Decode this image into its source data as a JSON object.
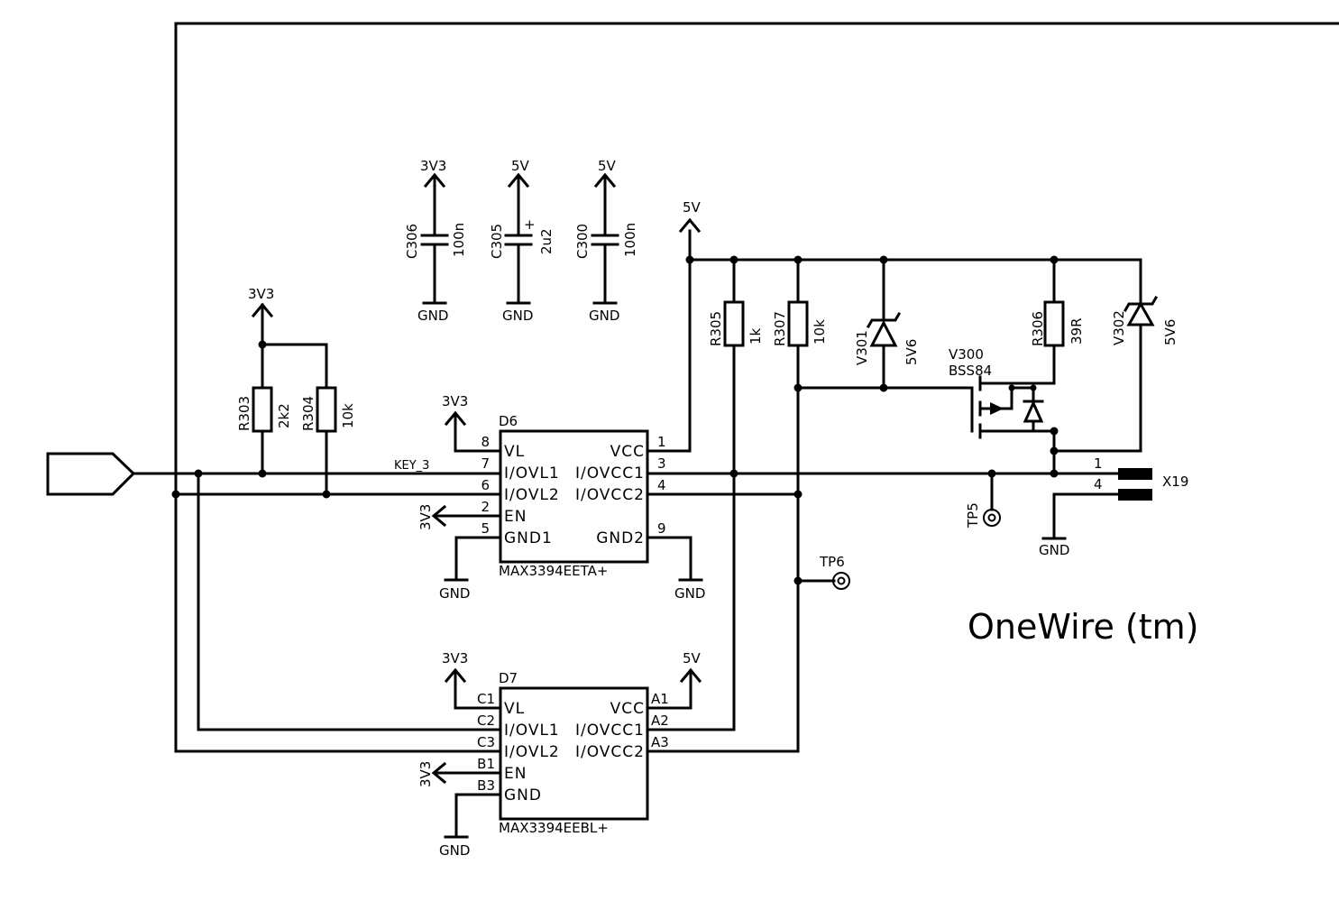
{
  "title": "OneWire (tm)",
  "net_key": "KEY_3",
  "rails": {
    "v33": "3V3",
    "v5": "5V",
    "gnd": "GND"
  },
  "caps": [
    {
      "ref": "C306",
      "value": "100n",
      "rail": "3V3"
    },
    {
      "ref": "C305",
      "value": "2u2",
      "rail": "5V",
      "polarized": "+"
    },
    {
      "ref": "C300",
      "value": "100n",
      "rail": "5V"
    }
  ],
  "resistors": {
    "r303": {
      "ref": "R303",
      "value": "2k2"
    },
    "r304": {
      "ref": "R304",
      "value": "10k"
    },
    "r305": {
      "ref": "R305",
      "value": "1k"
    },
    "r307": {
      "ref": "R307",
      "value": "10k"
    },
    "r306": {
      "ref": "R306",
      "value": "39R"
    }
  },
  "diodes": {
    "v301": {
      "ref": "V301",
      "value": "5V6"
    },
    "v302": {
      "ref": "V302",
      "value": "5V6"
    }
  },
  "mosfet": {
    "ref": "V300",
    "value": "BSS84"
  },
  "d6": {
    "ref": "D6",
    "part": "MAX3394EETA+",
    "left": [
      "VL",
      "I/OVL1",
      "I/OVL2",
      "EN",
      "GND1"
    ],
    "left_pins": [
      "8",
      "7",
      "6",
      "2",
      "5"
    ],
    "right": [
      "VCC",
      "I/OVCC1",
      "I/OVCC2",
      "GND2"
    ],
    "right_pins": [
      "1",
      "3",
      "4",
      "9"
    ]
  },
  "d7": {
    "ref": "D7",
    "part": "MAX3394EEBL+",
    "left": [
      "VL",
      "I/OVL1",
      "I/OVL2",
      "EN",
      "GND"
    ],
    "left_pins": [
      "C1",
      "C2",
      "C3",
      "B1",
      "B3"
    ],
    "right": [
      "VCC",
      "I/OVCC1",
      "I/OVCC2"
    ],
    "right_pins": [
      "A1",
      "A2",
      "A3"
    ]
  },
  "connector": {
    "ref": "X19",
    "pins": [
      "1",
      "4"
    ]
  },
  "testpoints": {
    "tp5": "TP5",
    "tp6": "TP6"
  }
}
